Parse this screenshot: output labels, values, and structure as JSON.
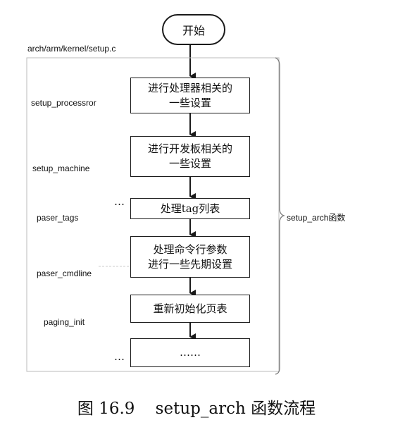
{
  "start_label": "开始",
  "file_label": "arch/arm/kernel/setup.c",
  "group_label": "setup_arch函数",
  "steps": [
    {
      "func": "setup_processror",
      "text": [
        "进行处理器相关的",
        "一些设置"
      ]
    },
    {
      "func": "setup_machine",
      "text": [
        "进行开发板相关的",
        "一些设置"
      ]
    },
    {
      "func": "paser_tags",
      "text": [
        "处理tag列表"
      ]
    },
    {
      "func": "paser_cmdline",
      "text": [
        "处理命令行参数",
        "进行一些先期设置"
      ]
    },
    {
      "func": "paging_init",
      "text": [
        "重新初始化页表"
      ]
    },
    {
      "func": "",
      "text": [
        "……"
      ]
    }
  ],
  "side_dots": "…",
  "caption": "图 16.9    setup_arch 函数流程"
}
